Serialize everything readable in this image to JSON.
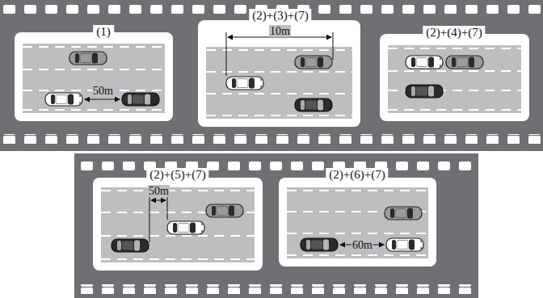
{
  "diagram": {
    "nodes": [
      {
        "text": [
          "(1)"
        ]
      },
      {
        "text": [
          "(2)+(3)+(7)"
        ]
      },
      {
        "text": [
          "(2)+(4)+(7)"
        ]
      },
      {
        "text": [
          "(2)+(5)+(7)"
        ]
      },
      {
        "text": [
          "(2)+(6)+(7)"
        ]
      }
    ],
    "labels": [
      "50m",
      "10m",
      "50m",
      "60m"
    ]
  }
}
